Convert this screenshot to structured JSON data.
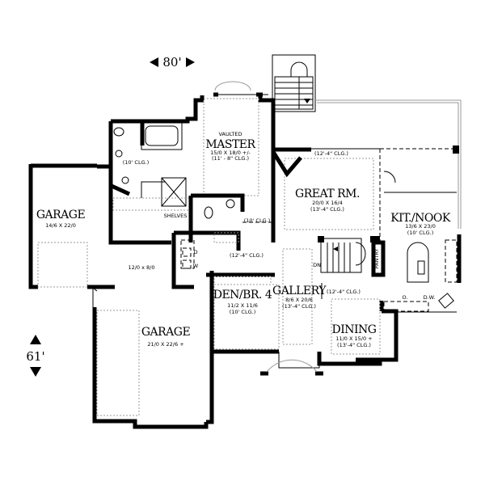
{
  "dimensions": {
    "width": "80'",
    "depth": "61'"
  },
  "rooms": {
    "garage_small": {
      "name": "GARAGE",
      "size": "14/6 X 22/0"
    },
    "mudroom": {
      "size": "12/0 x 8/0"
    },
    "garage_large": {
      "name": "GARAGE",
      "size": "21/0 X 22/6 +"
    },
    "den": {
      "name": "DEN/BR. 4",
      "size": "11/2 X 11/6",
      "ceiling": "(10' CLG.)"
    },
    "gallery": {
      "name": "GALLERY",
      "size": "8/6 X 20/6",
      "ceiling": "(13'-4\" CLG.)"
    },
    "dining": {
      "name": "DINING",
      "size": "11/0 X 15/0 +",
      "ceiling": "(13'-4\" CLG.)"
    },
    "great_room": {
      "name": "GREAT RM.",
      "size": "20/0 X 16/4",
      "ceiling": "(13'-4\" CLG.)"
    },
    "kitchen": {
      "name": "KIT./NOOK",
      "size": "13/6 X 23/0",
      "ceiling": "(10' CLG.)"
    },
    "master": {
      "note": "VAULTED",
      "name": "MASTER",
      "size": "15/0 X 18/0 +/-",
      "ceiling": "(11' - 8\" CLG.)"
    }
  },
  "notes": {
    "master_bath_ceiling": "(10' CLG.)",
    "shelves": "SHELVES",
    "hall_ceiling": "(10' CLG.)",
    "entry_ceiling": "(12'-4\" CLG.)",
    "great_room_side_ceiling": "(12'-4\" CLG.)",
    "dining_side_ceiling": "(12'-4\" CLG.)",
    "pantry": "PANTRY",
    "stair_down": "DN",
    "oven": "O.",
    "dishwasher": "D.W.",
    "washer": "W",
    "dryer": "D"
  }
}
